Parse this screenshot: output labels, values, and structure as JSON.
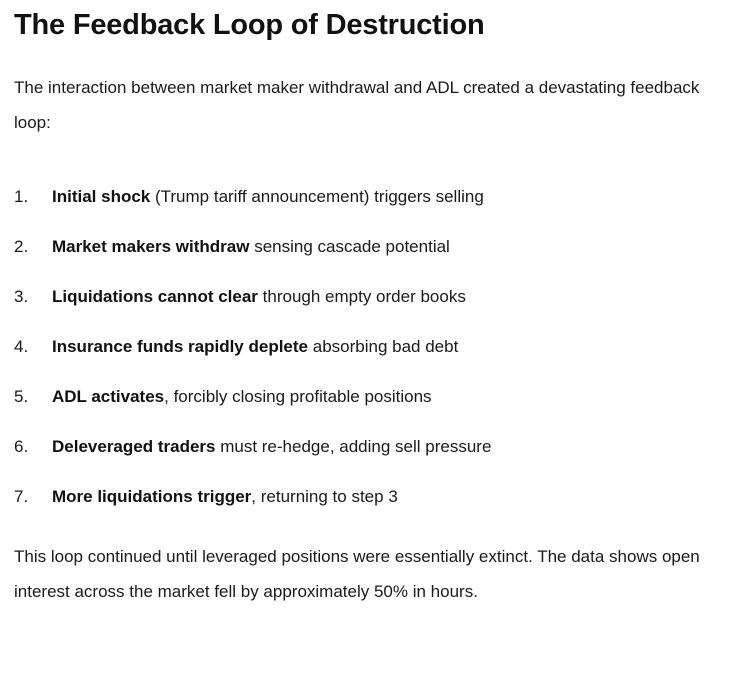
{
  "document": {
    "title": "The Feedback Loop of Destruction",
    "intro_paragraph": "The interaction between market maker withdrawal and ADL created a devastating feedback loop:",
    "closing_paragraph": "This loop continued until leveraged positions were essentially extinct. The data shows open interest across the market fell by approximately 50% in hours.",
    "steps": [
      {
        "number": "1.",
        "lead": "Initial shock",
        "rest": " (Trump tariff announcement) triggers selling"
      },
      {
        "number": "2.",
        "lead": "Market makers withdraw",
        "rest": " sensing cascade potential"
      },
      {
        "number": "3.",
        "lead": "Liquidations cannot clear",
        "rest": " through empty order books"
      },
      {
        "number": "4.",
        "lead": "Insurance funds rapidly deplete",
        "rest": " absorbing bad debt"
      },
      {
        "number": "5.",
        "lead": "ADL activates",
        "rest": ", forcibly closing profitable positions"
      },
      {
        "number": "6.",
        "lead": "Deleveraged traders",
        "rest": " must re-hedge, adding sell pressure"
      },
      {
        "number": "7.",
        "lead": "More liquidations trigger",
        "rest": ", returning to step 3"
      }
    ]
  },
  "colors": {
    "background": "#ffffff",
    "text": "#1a1a1a",
    "heading": "#111111"
  }
}
